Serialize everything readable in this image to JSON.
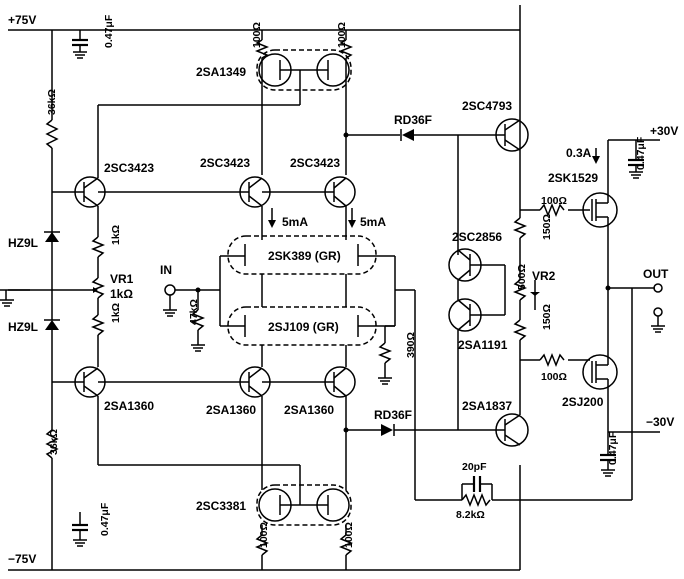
{
  "rails": {
    "pos75": "+75V",
    "neg75": "−75V",
    "pos30": "+30V",
    "neg30": "−30V"
  },
  "capacitors": {
    "c_top_left": "0.47μF",
    "c_bottom_left": "0.47μF",
    "c_pos30": "0.47μF",
    "c_neg30": "0.47μF",
    "c_feedback": "20pF"
  },
  "resistors": {
    "r_36k_top": "36kΩ",
    "r_36k_bottom": "36kΩ",
    "r_1k_top": "1kΩ",
    "r_1k_bottom": "1kΩ",
    "r_100_top_a": "100Ω",
    "r_100_top_b": "100Ω",
    "r_100_bot_a": "100Ω",
    "r_100_bot_b": "100Ω",
    "r_47k": "47kΩ",
    "r_390": "390Ω",
    "r_150_top": "150Ω",
    "r_150_bot": "150Ω",
    "r_500": "500Ω",
    "r_100_gate_top": "100Ω",
    "r_100_gate_bot": "100Ω",
    "r_feedback": "8.2kΩ"
  },
  "vr1": {
    "name": "VR1",
    "value": "1kΩ"
  },
  "vr2": {
    "name": "VR2"
  },
  "zeners": {
    "z_top": "HZ9L",
    "z_bottom": "HZ9L"
  },
  "diodes": {
    "d_top": "RD36F",
    "d_bottom": "RD36F"
  },
  "transistors": {
    "q_2sa1349": "2SA1349",
    "q_2sc3423_left": "2SC3423",
    "q_2sc3423_mid": "2SC3423",
    "q_2sc3423_right": "2SC3423",
    "q_2sk389": "2SK389 (GR)",
    "q_2sj109": "2SJ109 (GR)",
    "q_2sa1360_left": "2SA1360",
    "q_2sa1360_mid": "2SA1360",
    "q_2sa1360_right": "2SA1360",
    "q_2sc3381": "2SC3381",
    "q_2sc4793": "2SC4793",
    "q_2sc2856": "2SC2856",
    "q_2sa1191": "2SA1191",
    "q_2sa1837": "2SA1837",
    "q_2sk1529": "2SK1529",
    "q_2sj200": "2SJ200"
  },
  "currents": {
    "i_left": "5mA",
    "i_right": "5mA",
    "i_bias": "0.3A"
  },
  "terminals": {
    "in": "IN",
    "out": "OUT"
  }
}
